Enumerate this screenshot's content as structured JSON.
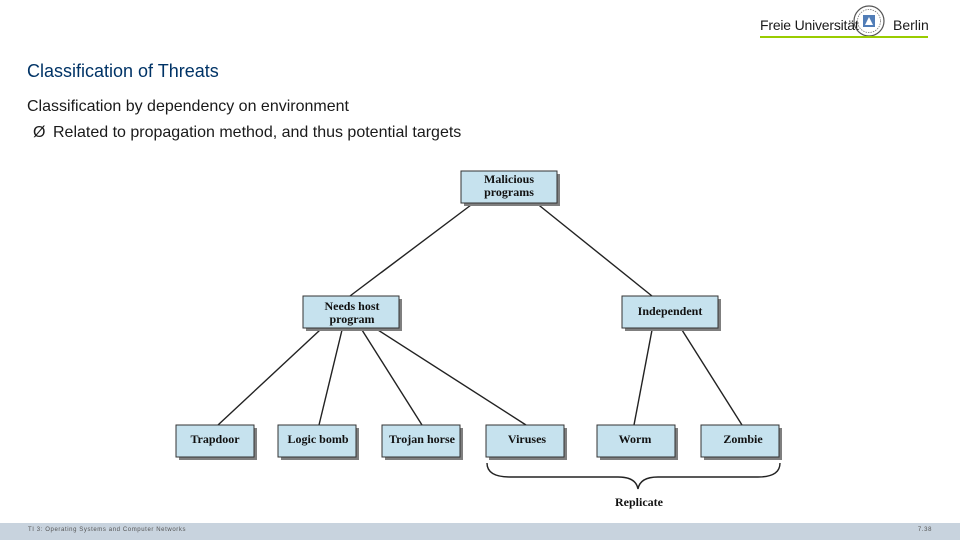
{
  "header": {
    "logo_left": "Freie Universität",
    "logo_right": "Berlin"
  },
  "slide": {
    "title": "Classification of Threats",
    "line1": "Classification by dependency on environment",
    "bullet_symbol": "Ø",
    "bullet1": "Related to propagation method, and thus potential targets"
  },
  "diagram": {
    "root": [
      "Malicious",
      "programs"
    ],
    "needs_host": [
      "Needs host",
      "program"
    ],
    "independent": "Independent",
    "trapdoor": "Trapdoor",
    "logic_bomb": "Logic bomb",
    "trojan_horse": "Trojan horse",
    "viruses": "Viruses",
    "worm": "Worm",
    "zombie": "Zombie",
    "replicate": "Replicate"
  },
  "footer": {
    "left": "TI 3: Operating Systems and Computer Networks",
    "right": "7.38"
  },
  "colors": {
    "title": "#003366",
    "box_fill": "#c6e2ee",
    "footer_bar": "#c8d3de",
    "logo_rule": "#99cc00"
  }
}
